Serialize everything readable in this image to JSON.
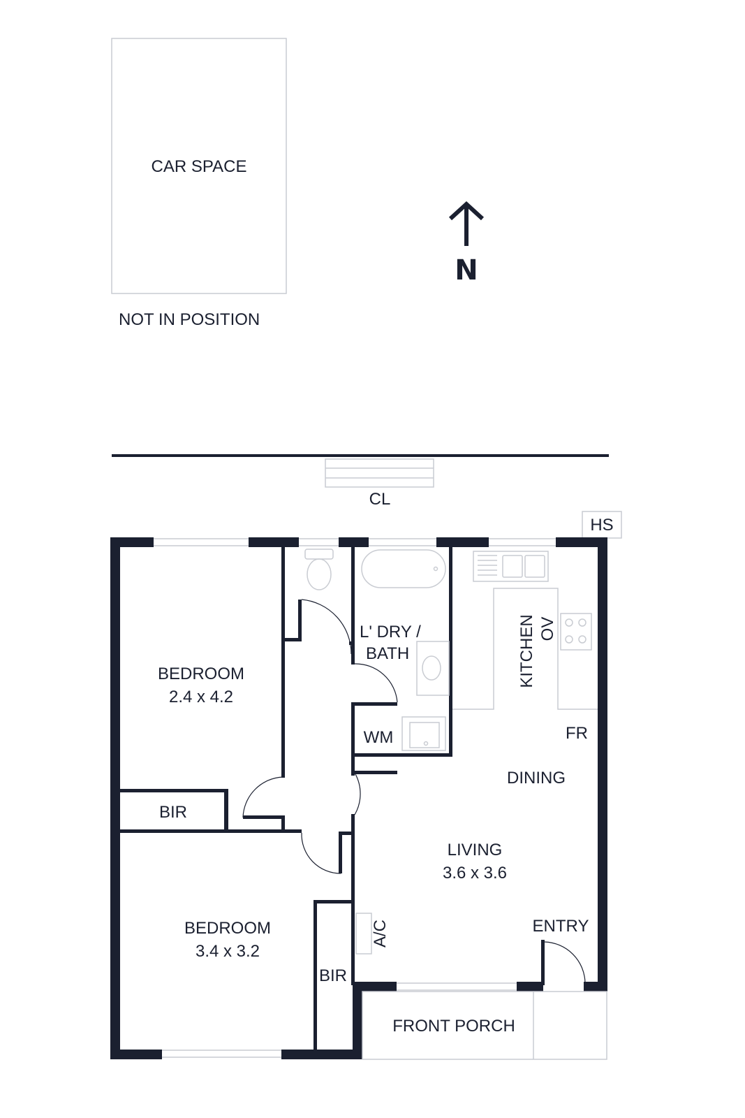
{
  "compass": {
    "letter": "N"
  },
  "car_space": {
    "label": "CAR SPACE",
    "note": "NOT IN POSITION"
  },
  "labels": {
    "cl": "CL",
    "hs": "HS",
    "laundry_line1": "L' DRY /",
    "laundry_line2": "BATH",
    "kitchen": "KITCHEN",
    "ov": "OV",
    "wm": "WM",
    "fr": "FR",
    "dining": "DINING",
    "living": "LIVING",
    "living_size": "3.6 x 3.6",
    "entry": "ENTRY",
    "ac": "A/C",
    "front_porch": "FRONT PORCH",
    "bedroom1": "BEDROOM",
    "bedroom1_size": "2.4 x 4.2",
    "bir1": "BIR",
    "bedroom2": "BEDROOM",
    "bedroom2_size": "3.4 x 3.2",
    "bir2": "BIR"
  }
}
